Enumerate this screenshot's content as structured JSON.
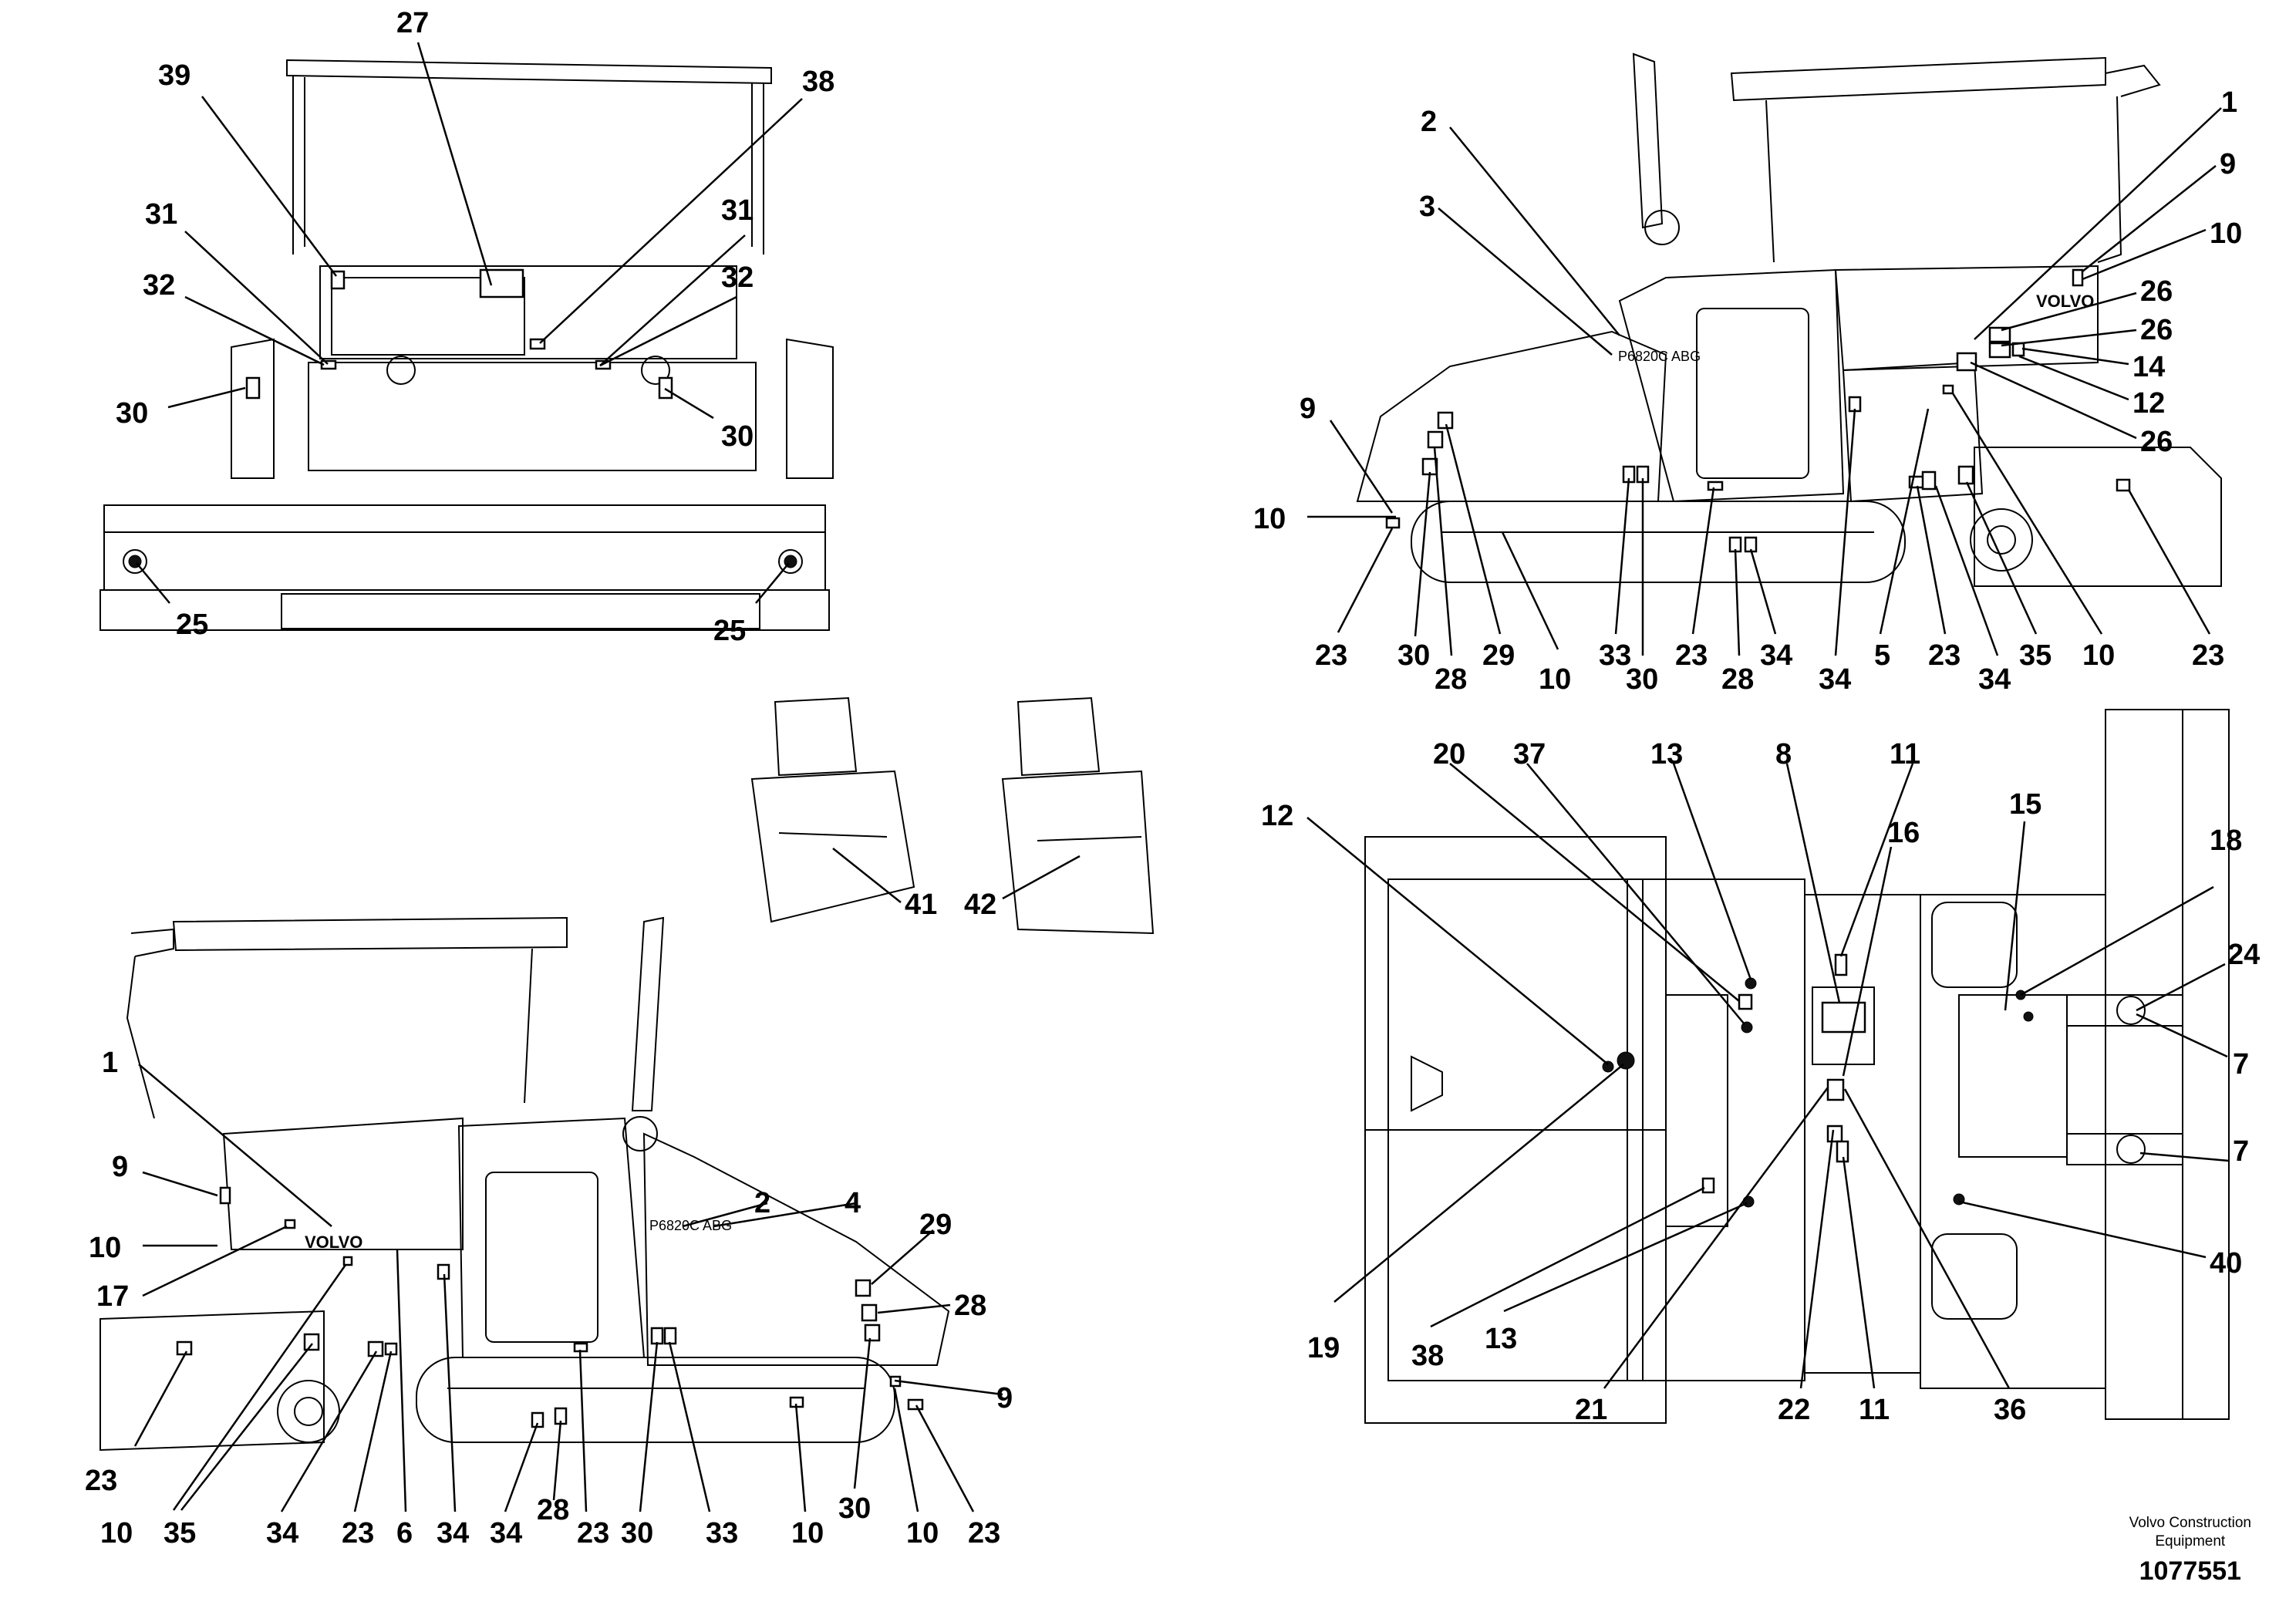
{
  "company": {
    "line1": "Volvo Construction",
    "line2": "Equipment"
  },
  "drawing_number": "1077551",
  "views": {
    "rear": {
      "callouts": [
        "27",
        "39",
        "38",
        "31",
        "31",
        "32",
        "32",
        "30",
        "30",
        "25",
        "25"
      ]
    },
    "right_side": {
      "brand": "VOLVO",
      "model_badge": "P6820C ABG",
      "callouts": [
        "2",
        "3",
        "1",
        "9",
        "10",
        "26",
        "26",
        "14",
        "12",
        "26",
        "9",
        "10",
        "23",
        "30",
        "28",
        "29",
        "10",
        "33",
        "30",
        "23",
        "28",
        "34",
        "34",
        "5",
        "23",
        "34",
        "35",
        "10",
        "23"
      ]
    },
    "left_side": {
      "brand": "VOLVO",
      "model_badge": "P6820C ABG",
      "callouts": [
        "1",
        "9",
        "10",
        "17",
        "2",
        "4",
        "29",
        "28",
        "9",
        "23",
        "10",
        "35",
        "34",
        "23",
        "6",
        "34",
        "34",
        "28",
        "23",
        "30",
        "33",
        "10",
        "30",
        "10",
        "23"
      ]
    },
    "seats": {
      "callouts": [
        "41",
        "42"
      ]
    },
    "top": {
      "callouts": [
        "12",
        "20",
        "37",
        "13",
        "8",
        "11",
        "16",
        "15",
        "18",
        "24",
        "7",
        "7",
        "40",
        "19",
        "38",
        "13",
        "21",
        "22",
        "11",
        "36"
      ]
    }
  }
}
